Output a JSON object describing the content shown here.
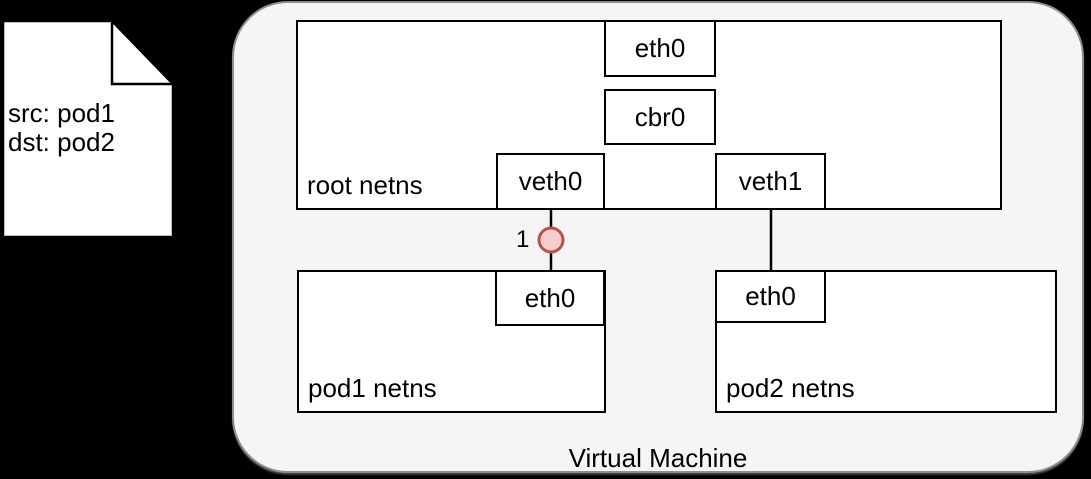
{
  "packet_note": {
    "lines": [
      "src: pod1",
      "dst: pod2"
    ]
  },
  "vm": {
    "label": "Virtual Machine",
    "root_netns": {
      "label": "root netns",
      "eth0": "eth0",
      "cbr0": "cbr0",
      "veth0": "veth0",
      "veth1": "veth1"
    },
    "pod1_netns": {
      "label": "pod1 netns",
      "eth0": "eth0"
    },
    "pod2_netns": {
      "label": "pod2 netns",
      "eth0": "eth0"
    },
    "marker": {
      "label": "1"
    }
  },
  "colors": {
    "background": "#000000",
    "vm_fill": "#F5F5F5",
    "vm_border": "#8E8E8E",
    "box_fill": "#FFFFFF",
    "box_border": "#000000",
    "marker_fill": "#F8CECC",
    "marker_stroke": "#B85450"
  }
}
